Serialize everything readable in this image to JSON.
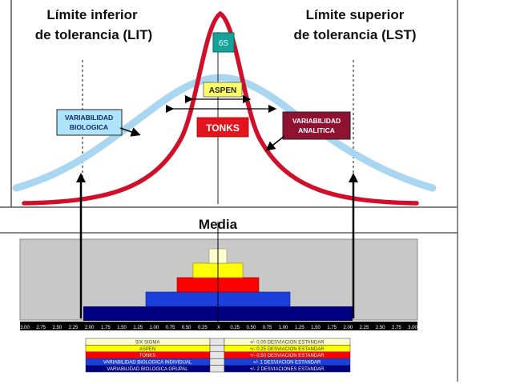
{
  "top": {
    "lower_limit_line1": "Límite inferior",
    "lower_limit_line2": "de tolerancia (LIT)",
    "upper_limit_line1": "Límite superior",
    "upper_limit_line2": "de tolerancia (LST)",
    "label_6s": "6S",
    "label_aspen": "ASPEN",
    "label_tonks": "TONKS",
    "bio_line1": "VARIABILIDAD",
    "bio_line2": "BIOLOGICA",
    "anal_line1": "VARIABILIDAD",
    "anal_line2": "ANALITICA",
    "media": "Media"
  },
  "axis_ticks": [
    "3.00",
    "2.75",
    "2.50",
    "2.25",
    "2.00",
    "1.75",
    "1.50",
    "1.25",
    "1.00",
    "0.75",
    "0.50",
    "0.25",
    "X",
    "0.25",
    "0.50",
    "0.75",
    "1.00",
    "1.25",
    "1.50",
    "1.75",
    "2.00",
    "2.25",
    "2.50",
    "2.75",
    "3.00"
  ],
  "legend": [
    {
      "name": "SIX SIGMA",
      "desc": "+/- 0.00 DESVIACION ESTANDAR",
      "color": "#ffffcc",
      "text": "#333333"
    },
    {
      "name": "ASPEN",
      "desc": "+/- 0.25 DESVIACION ESTANDAR",
      "color": "#ffff00",
      "text": "#333333"
    },
    {
      "name": "TONKS",
      "desc": "+/- 0.50 DESVIACION ESTANDAR",
      "color": "#ff0000",
      "text": "#ffffff"
    },
    {
      "name": "VARIABILIDAD BIOLOGICA INDIVIDUAL",
      "desc": "+/- 1 DESVIACION ESTANDAR",
      "color": "#1a3fdd",
      "text": "#ffffff"
    },
    {
      "name": "VARIABILIDAD BIOLOGICA GRUPAL",
      "desc": "+/- 2 DESVIACIONES ESTANDAR",
      "color": "#000080",
      "text": "#ffffff"
    }
  ],
  "colors": {
    "tonks_curve": "#d0102a",
    "bio_curve": "#a9d6f0",
    "six_sigma_box": "#17a39a",
    "aspen_box": "#ffff66",
    "tonks_box": "#e4141e",
    "analitica_box": "#8f1233",
    "bio_box": "#aee4fb",
    "pyramid_bg": "#c8c8c8"
  }
}
